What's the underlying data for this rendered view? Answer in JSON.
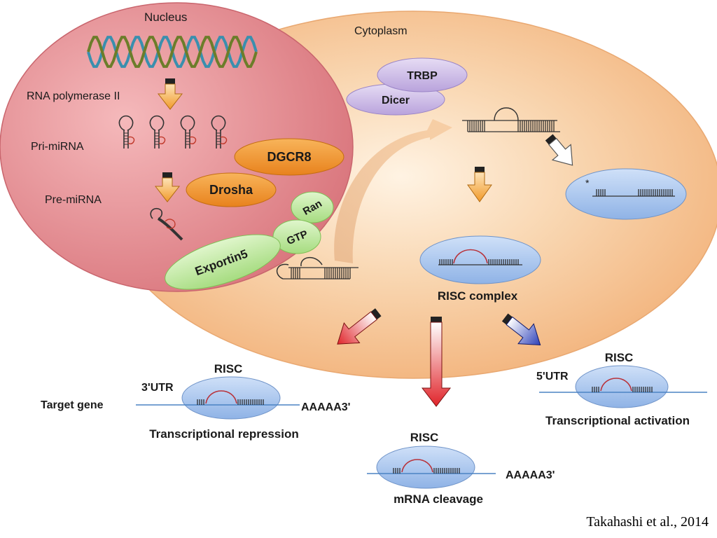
{
  "compartments": {
    "nucleus": "Nucleus",
    "cytoplasm": "Cytoplasm"
  },
  "steps": {
    "rna_polymerase": "RNA polymerase II",
    "pri_mirna": "Pri-miRNA",
    "pre_mirna": "Pre-miRNA",
    "risc_complex": "RISC complex"
  },
  "proteins": {
    "dgcr8": "DGCR8",
    "drosha": "Drosha",
    "ran": "Ran",
    "gtp": "GTP",
    "exportin5": "Exportin5",
    "trbp": "TRBP",
    "dicer": "Dicer"
  },
  "star_marker": "*",
  "outcomes": {
    "repression": {
      "risc": "RISC",
      "utr": "3'UTR",
      "target": "Target gene",
      "polya": "AAAAA3'",
      "caption": "Transcriptional repression"
    },
    "cleavage": {
      "risc": "RISC",
      "polya": "AAAAA3'",
      "caption": "mRNA cleavage"
    },
    "activation": {
      "risc": "RISC",
      "utr": "5'UTR",
      "caption": "Transcriptional  activation"
    }
  },
  "citation": "Takahashi et al., 2014",
  "colors": {
    "nucleus_fill": "#e08a90",
    "cytoplasm_fill": "#f5c08f",
    "protein_orange": "#f0922e",
    "protein_purple": "#c9b6e4",
    "protein_green": "#bfe7a0",
    "risc_blue": "#a9c6ee",
    "arrow_orange": "#f3a63c",
    "arrow_red": "#e0242a",
    "arrow_blue": "#2b3fb8"
  }
}
